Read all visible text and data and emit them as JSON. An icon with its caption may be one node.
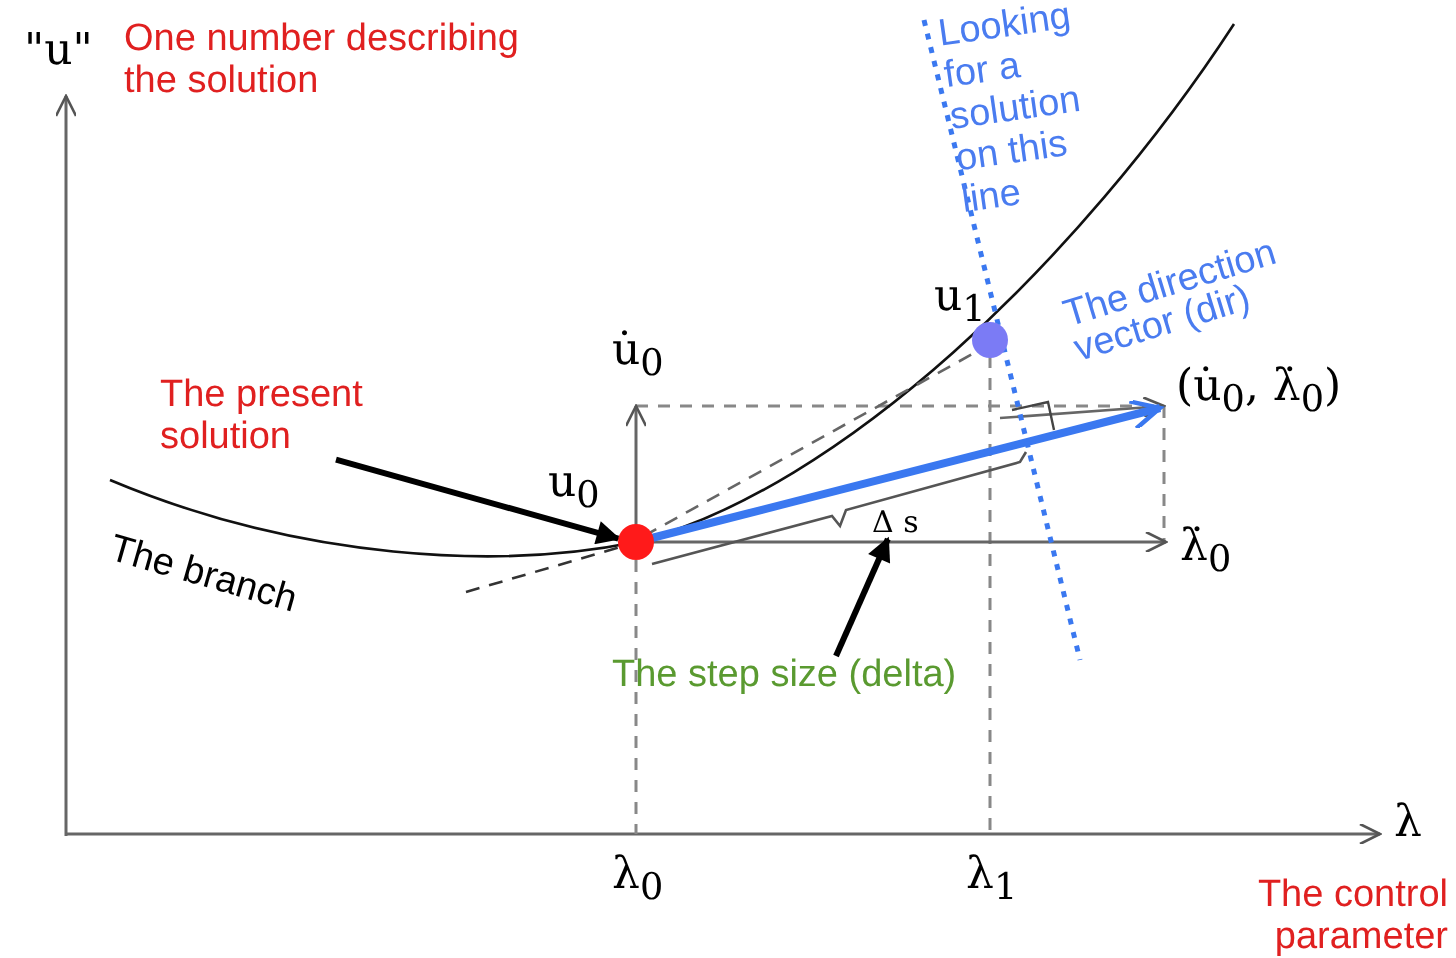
{
  "diagram": {
    "nodes": [
      {
        "text": [
          "The present solution"
        ]
      },
      {
        "text": [],
        "shape": "circle"
      },
      {
        "text": [
          "The step size (delta)"
        ]
      },
      {
        "text": [
          "Δ s"
        ]
      }
    ],
    "edges": [
      {
        "from": 0,
        "to": 1,
        "arrow": "to"
      },
      {
        "from": 2,
        "to": 3,
        "arrow": "to"
      }
    ],
    "labels": [
      "\"u\"",
      "One number describing the solution",
      "Looking for a solution on this line",
      "u$_{1}$",
      "The direction vector (dir)",
      "u̇$_{0}$",
      "(u̇$_{0}$, λ̇$_{0}$)",
      "u$_{0}$",
      "The branch",
      "λ̇$_{0}$",
      "λ",
      "λ$_{0}$",
      "λ$_{1}$",
      "The control parameter"
    ]
  }
}
